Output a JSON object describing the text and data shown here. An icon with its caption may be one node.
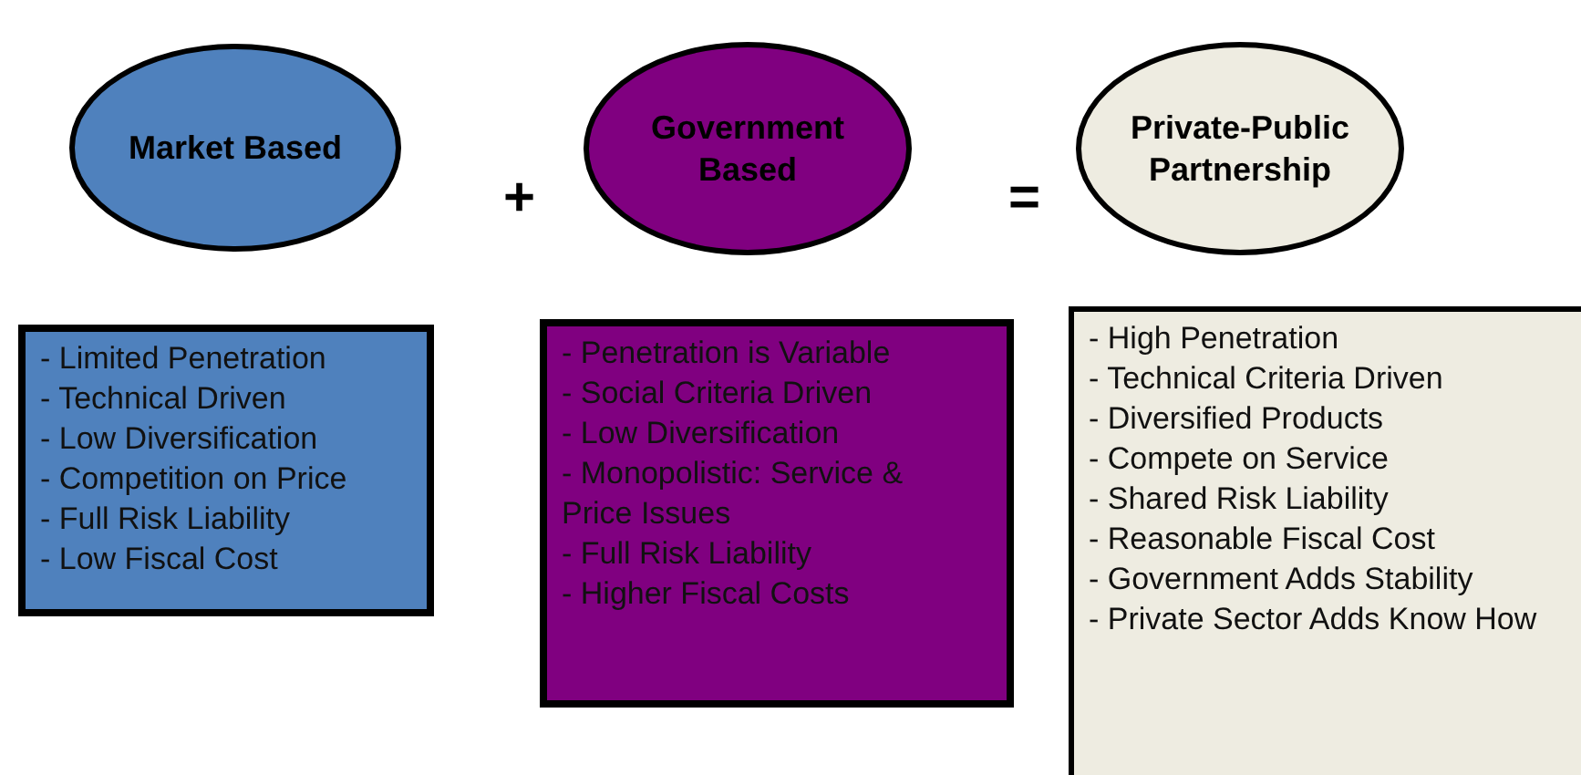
{
  "diagram": {
    "nodes": [
      {
        "text": [
          "Market Based"
        ]
      },
      {
        "text": [
          "Government Based"
        ]
      },
      {
        "text": [
          "Private-Public Partnership"
        ]
      },
      {
        "text": [
          "- Limited Penetration",
          "- Technical Driven",
          "- Low Diversification",
          "- Competition on Price",
          "- Full Risk Liability",
          "- Low Fiscal Cost"
        ]
      },
      {
        "text": [
          "- Penetration is Variable",
          "- Social Criteria Driven",
          "- Low Diversification",
          "- Monopolistic: Service & Price Issues",
          "- Full Risk Liability",
          "- Higher Fiscal Costs"
        ]
      },
      {
        "text": [
          "- High Penetration",
          "- Technical Criteria Driven",
          "- Diversified Products",
          "- Compete on Service",
          "- Shared Risk Liability",
          "- Reasonable Fiscal Cost",
          "- Government Adds Stability",
          "- Private Sector Adds Know How"
        ]
      }
    ],
    "edges": [],
    "labels": [
      "+",
      "="
    ]
  }
}
